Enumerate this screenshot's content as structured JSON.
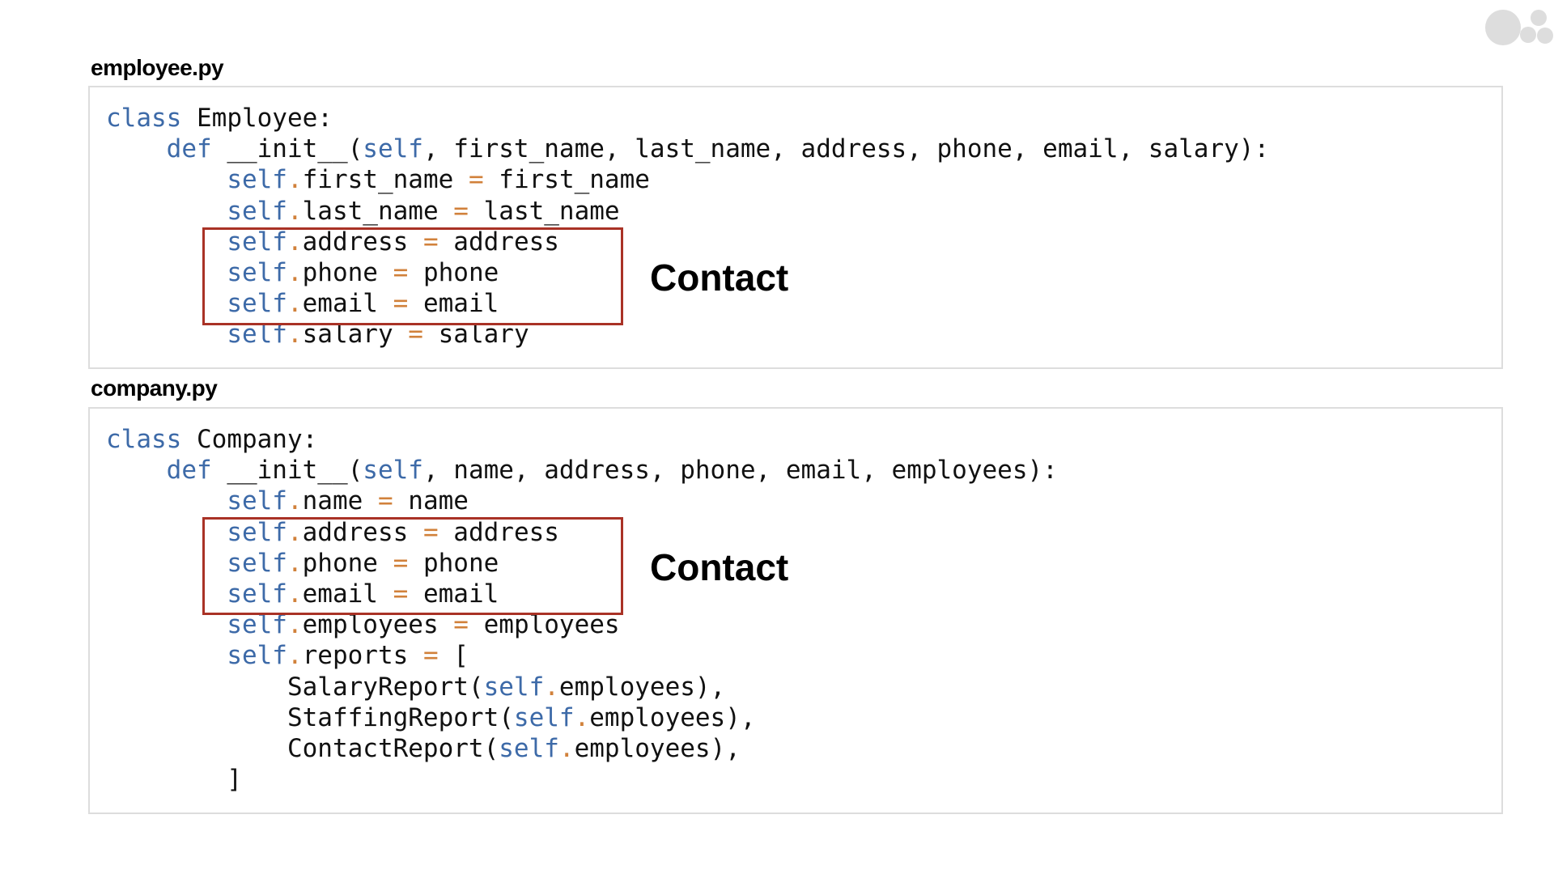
{
  "files": [
    {
      "title": "employee.py",
      "lines": [
        [
          {
            "t": "kw",
            "s": "class"
          },
          {
            "t": "n",
            "s": " Employee:"
          }
        ],
        [
          {
            "t": "n",
            "s": "    "
          },
          {
            "t": "kw",
            "s": "def"
          },
          {
            "t": "n",
            "s": " __init__("
          },
          {
            "t": "kw",
            "s": "self"
          },
          {
            "t": "n",
            "s": ", first_name, last_name, address, phone, email, salary):"
          }
        ],
        [
          {
            "t": "n",
            "s": "        "
          },
          {
            "t": "kw",
            "s": "self"
          },
          {
            "t": "op",
            "s": "."
          },
          {
            "t": "n",
            "s": "first_name "
          },
          {
            "t": "op",
            "s": "="
          },
          {
            "t": "n",
            "s": " first_name"
          }
        ],
        [
          {
            "t": "n",
            "s": "        "
          },
          {
            "t": "kw",
            "s": "self"
          },
          {
            "t": "op",
            "s": "."
          },
          {
            "t": "n",
            "s": "last_name "
          },
          {
            "t": "op",
            "s": "="
          },
          {
            "t": "n",
            "s": " last_name"
          }
        ],
        [
          {
            "t": "n",
            "s": "        "
          },
          {
            "t": "kw",
            "s": "self"
          },
          {
            "t": "op",
            "s": "."
          },
          {
            "t": "n",
            "s": "address "
          },
          {
            "t": "op",
            "s": "="
          },
          {
            "t": "n",
            "s": " address"
          }
        ],
        [
          {
            "t": "n",
            "s": "        "
          },
          {
            "t": "kw",
            "s": "self"
          },
          {
            "t": "op",
            "s": "."
          },
          {
            "t": "n",
            "s": "phone "
          },
          {
            "t": "op",
            "s": "="
          },
          {
            "t": "n",
            "s": " phone"
          }
        ],
        [
          {
            "t": "n",
            "s": "        "
          },
          {
            "t": "kw",
            "s": "self"
          },
          {
            "t": "op",
            "s": "."
          },
          {
            "t": "n",
            "s": "email "
          },
          {
            "t": "op",
            "s": "="
          },
          {
            "t": "n",
            "s": " email"
          }
        ],
        [
          {
            "t": "n",
            "s": "        "
          },
          {
            "t": "kw",
            "s": "self"
          },
          {
            "t": "op",
            "s": "."
          },
          {
            "t": "n",
            "s": "salary "
          },
          {
            "t": "op",
            "s": "="
          },
          {
            "t": "n",
            "s": " salary"
          }
        ]
      ],
      "highlight": {
        "label": "Contact"
      }
    },
    {
      "title": "company.py",
      "lines": [
        [
          {
            "t": "kw",
            "s": "class"
          },
          {
            "t": "n",
            "s": " Company:"
          }
        ],
        [
          {
            "t": "n",
            "s": "    "
          },
          {
            "t": "kw",
            "s": "def"
          },
          {
            "t": "n",
            "s": " __init__("
          },
          {
            "t": "kw",
            "s": "self"
          },
          {
            "t": "n",
            "s": ", name, address, phone, email, employees):"
          }
        ],
        [
          {
            "t": "n",
            "s": "        "
          },
          {
            "t": "kw",
            "s": "self"
          },
          {
            "t": "op",
            "s": "."
          },
          {
            "t": "n",
            "s": "name "
          },
          {
            "t": "op",
            "s": "="
          },
          {
            "t": "n",
            "s": " name"
          }
        ],
        [
          {
            "t": "n",
            "s": "        "
          },
          {
            "t": "kw",
            "s": "self"
          },
          {
            "t": "op",
            "s": "."
          },
          {
            "t": "n",
            "s": "address "
          },
          {
            "t": "op",
            "s": "="
          },
          {
            "t": "n",
            "s": " address"
          }
        ],
        [
          {
            "t": "n",
            "s": "        "
          },
          {
            "t": "kw",
            "s": "self"
          },
          {
            "t": "op",
            "s": "."
          },
          {
            "t": "n",
            "s": "phone "
          },
          {
            "t": "op",
            "s": "="
          },
          {
            "t": "n",
            "s": " phone"
          }
        ],
        [
          {
            "t": "n",
            "s": "        "
          },
          {
            "t": "kw",
            "s": "self"
          },
          {
            "t": "op",
            "s": "."
          },
          {
            "t": "n",
            "s": "email "
          },
          {
            "t": "op",
            "s": "="
          },
          {
            "t": "n",
            "s": " email"
          }
        ],
        [
          {
            "t": "n",
            "s": "        "
          },
          {
            "t": "kw",
            "s": "self"
          },
          {
            "t": "op",
            "s": "."
          },
          {
            "t": "n",
            "s": "employees "
          },
          {
            "t": "op",
            "s": "="
          },
          {
            "t": "n",
            "s": " employees"
          }
        ],
        [
          {
            "t": "n",
            "s": "        "
          },
          {
            "t": "kw",
            "s": "self"
          },
          {
            "t": "op",
            "s": "."
          },
          {
            "t": "n",
            "s": "reports "
          },
          {
            "t": "op",
            "s": "="
          },
          {
            "t": "n",
            "s": " ["
          }
        ],
        [
          {
            "t": "n",
            "s": "            SalaryReport("
          },
          {
            "t": "kw",
            "s": "self"
          },
          {
            "t": "op",
            "s": "."
          },
          {
            "t": "n",
            "s": "employees),"
          }
        ],
        [
          {
            "t": "n",
            "s": "            StaffingReport("
          },
          {
            "t": "kw",
            "s": "self"
          },
          {
            "t": "op",
            "s": "."
          },
          {
            "t": "n",
            "s": "employees),"
          }
        ],
        [
          {
            "t": "n",
            "s": "            ContactReport("
          },
          {
            "t": "kw",
            "s": "self"
          },
          {
            "t": "op",
            "s": "."
          },
          {
            "t": "n",
            "s": "employees),"
          }
        ],
        [
          {
            "t": "n",
            "s": "        ]"
          }
        ]
      ],
      "highlight": {
        "label": "Contact"
      }
    }
  ],
  "colors": {
    "keyword": "#3d6aa8",
    "operator": "#d1813b",
    "text": "#111111",
    "highlight_border": "#a93226",
    "box_border": "#dddddd",
    "logo": "#dddddd"
  },
  "icons": {
    "logo": "dots-logo-icon"
  }
}
